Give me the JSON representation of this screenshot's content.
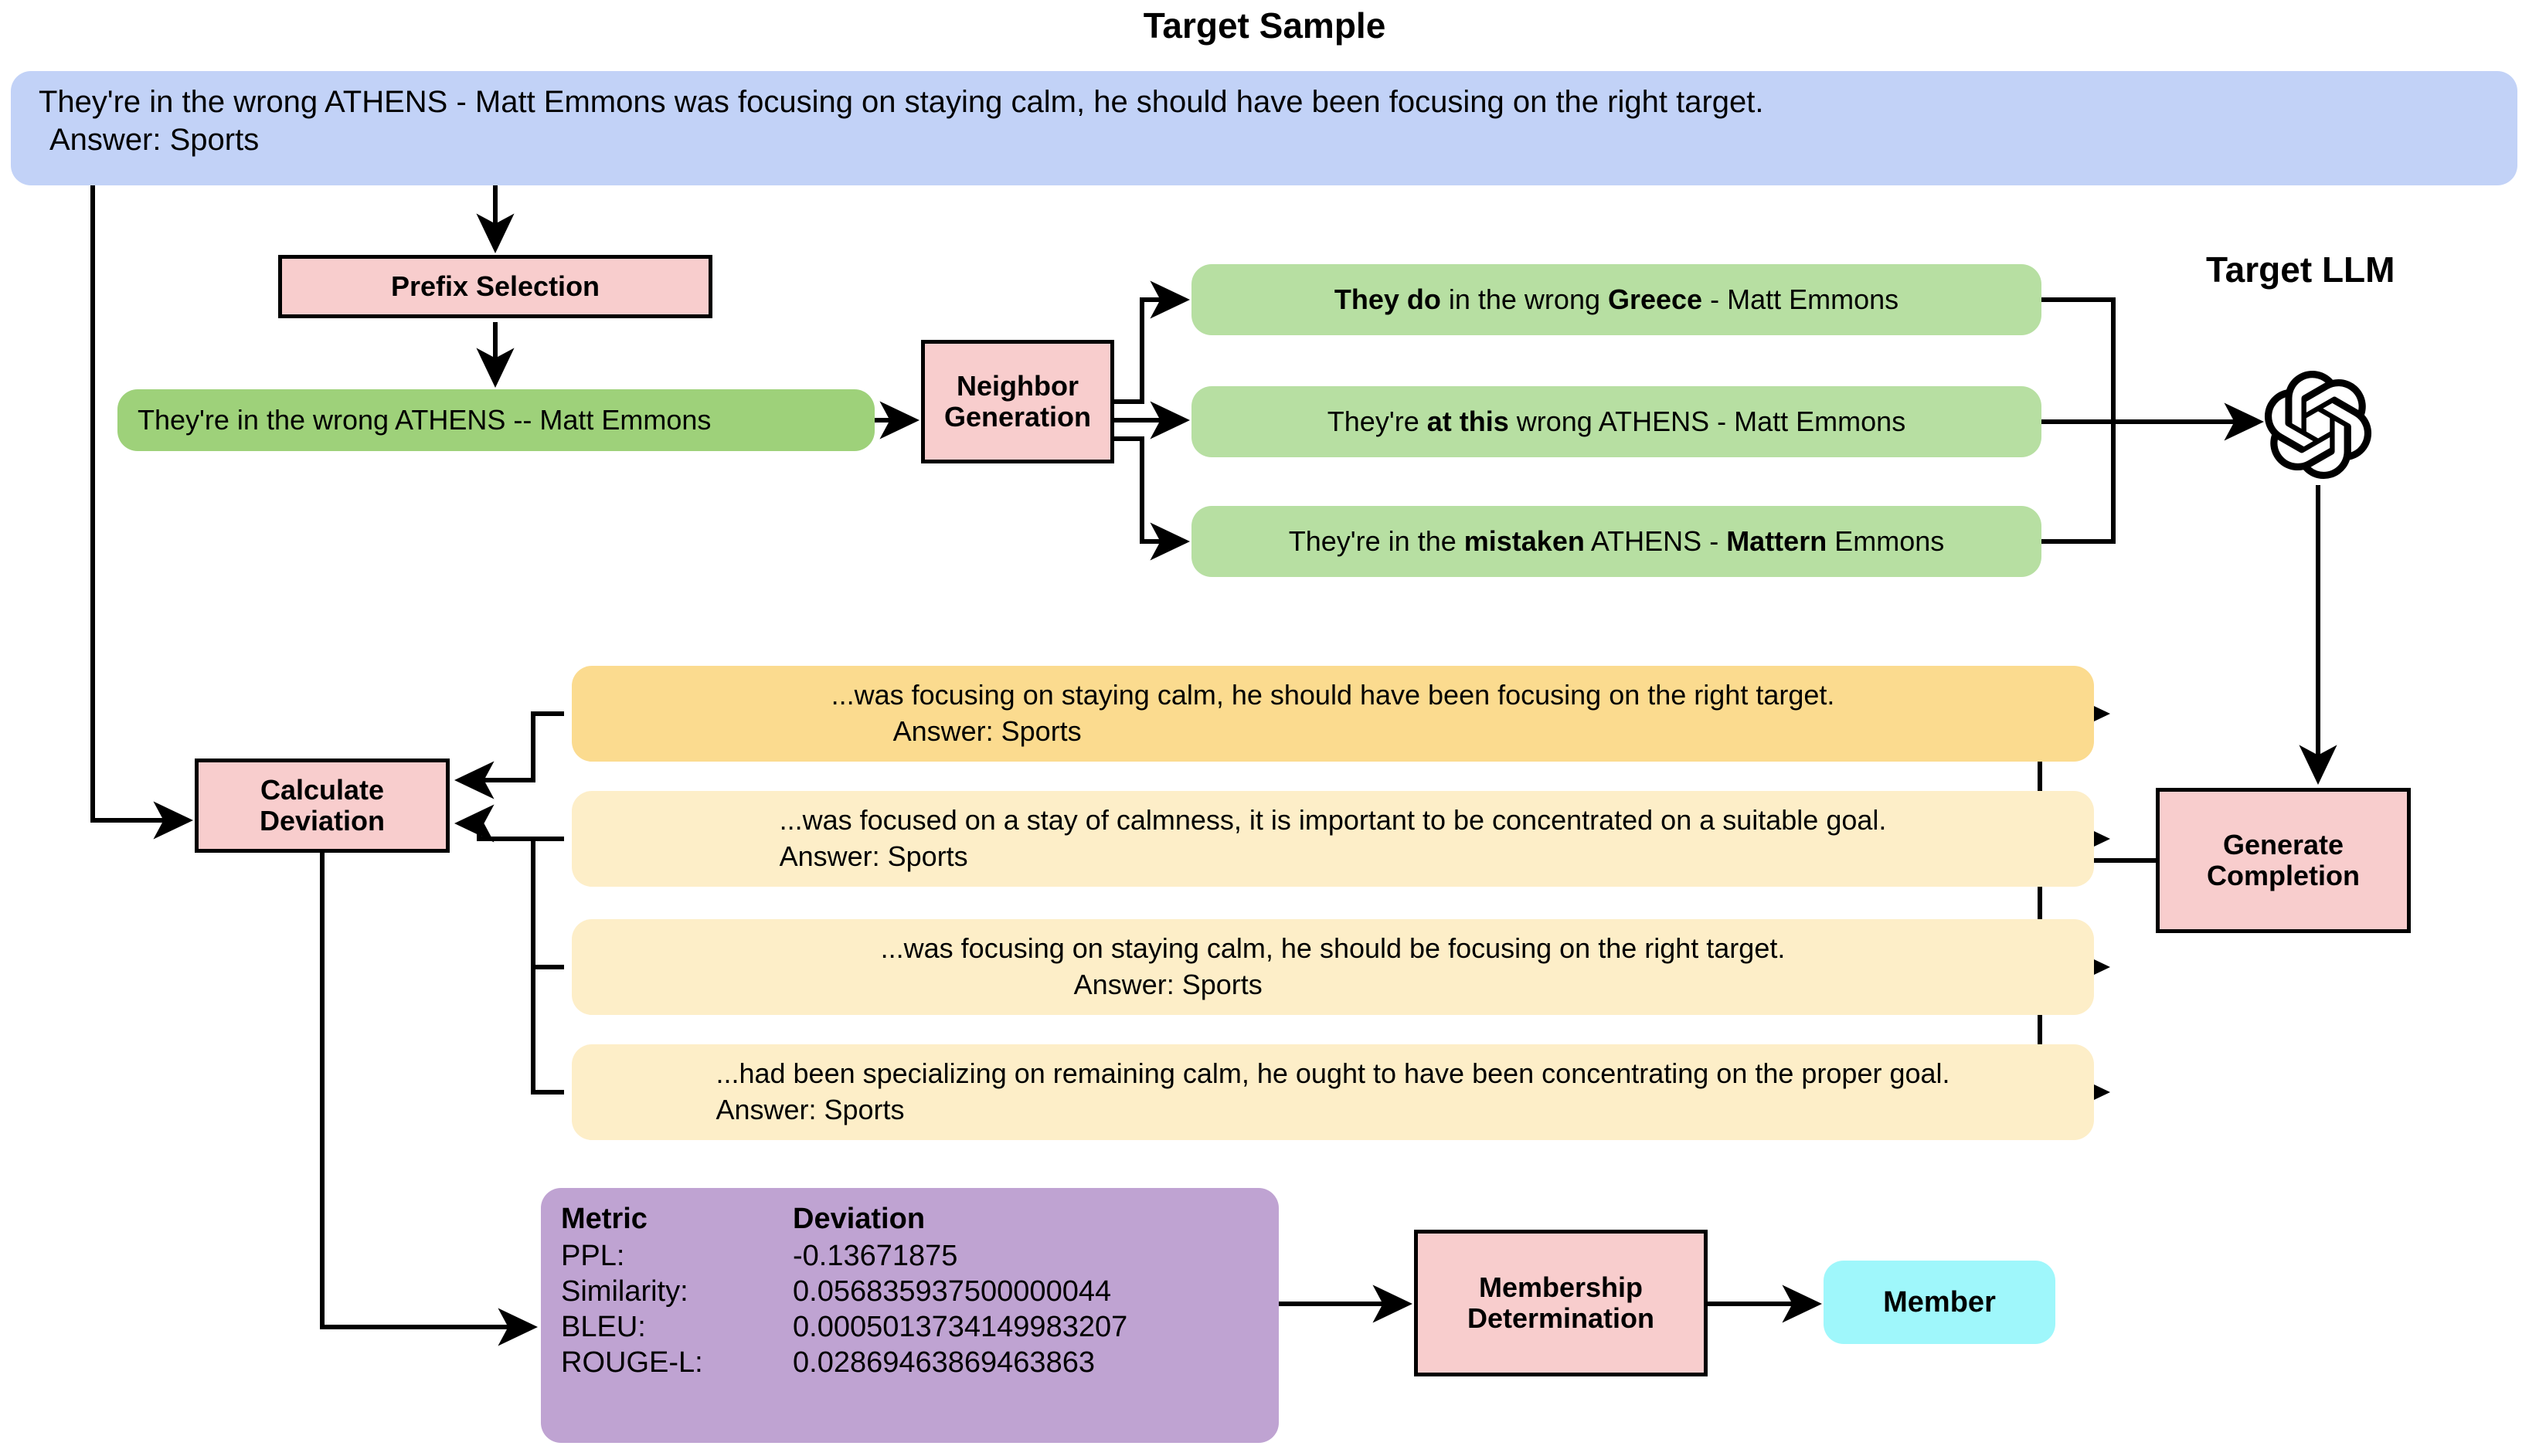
{
  "title": "Target Sample",
  "llm_label": "Target LLM",
  "colors": {
    "target_sample_bg": "#c2d2f7",
    "process_bg": "#f8cdcd",
    "prefix_bg": "#9ed17a",
    "neighbor_bg": "#b7dfa2",
    "completion_highlight_bg": "#fbdb8f",
    "completion_bg": "#fdeec8",
    "metrics_bg": "#bfa3d2",
    "member_bg": "#9ff7fb"
  },
  "target_sample": {
    "line1": "They're in the wrong ATHENS - Matt Emmons was focusing on staying calm, he should have been focusing on the right target.",
    "line2": "Answer: Sports"
  },
  "prefix_selection": {
    "label": "Prefix Selection"
  },
  "prefix_text": "They're in the wrong ATHENS -- Matt Emmons",
  "neighbor_generation": {
    "line1": "Neighbor",
    "line2": "Generation"
  },
  "neighbors": [
    {
      "pre": "",
      "b1": "They do",
      "mid": " in the wrong ",
      "b2": "Greece",
      "post": " - Matt Emmons"
    },
    {
      "pre": "They're ",
      "b1": "at this",
      "mid": " wrong ATHENS - Matt Emmons",
      "b2": "",
      "post": ""
    },
    {
      "pre": "They're in the ",
      "b1": "mistaken",
      "mid": " ATHENS - ",
      "b2": "Mattern",
      "post": " Emmons"
    }
  ],
  "openai_icon": "openai-logo-icon",
  "generate_completion": {
    "line1": "Generate",
    "line2": "Completion"
  },
  "completions": [
    {
      "text": "...was focusing on staying calm, he should have been focusing on the right target.",
      "answer": "Answer: Sports"
    },
    {
      "text": "...was focused on a stay of calmness, it is important to be concentrated on a suitable goal.",
      "answer": "Answer: Sports"
    },
    {
      "text": "...was focusing on staying calm, he should be focusing on the right target.",
      "answer": "Answer: Sports"
    },
    {
      "text": "...had been specializing on remaining calm, he ought to have been concentrating on the proper goal.",
      "answer": "Answer: Sports"
    }
  ],
  "calculate_deviation": {
    "line1": "Calculate",
    "line2": "Deviation"
  },
  "metrics": {
    "header_metric": "Metric",
    "header_deviation": "Deviation",
    "rows": [
      {
        "name": "PPL:",
        "value": "-0.13671875"
      },
      {
        "name": "Similarity:",
        "value": "0.056835937500000044"
      },
      {
        "name": "BLEU:",
        "value": "0.0005013734149983207"
      },
      {
        "name": "ROUGE-L:",
        "value": "0.02869463869463863"
      }
    ]
  },
  "membership_determination": {
    "line1": "Membership",
    "line2": "Determination"
  },
  "member_result": "Member"
}
